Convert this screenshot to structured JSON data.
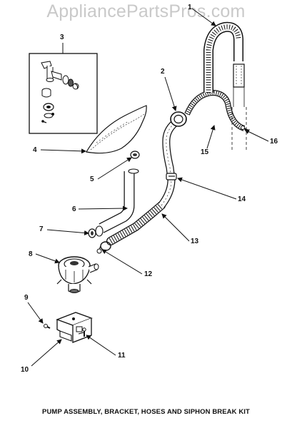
{
  "watermark": "AppliancePartsPros.com",
  "caption": "PUMP ASSEMBLY, BRACKET, HOSES AND SIPHON BREAK KIT",
  "callouts": [
    "1",
    "2",
    "3",
    "4",
    "5",
    "6",
    "7",
    "8",
    "9",
    "10",
    "11",
    "12",
    "13",
    "14",
    "15",
    "16"
  ]
}
